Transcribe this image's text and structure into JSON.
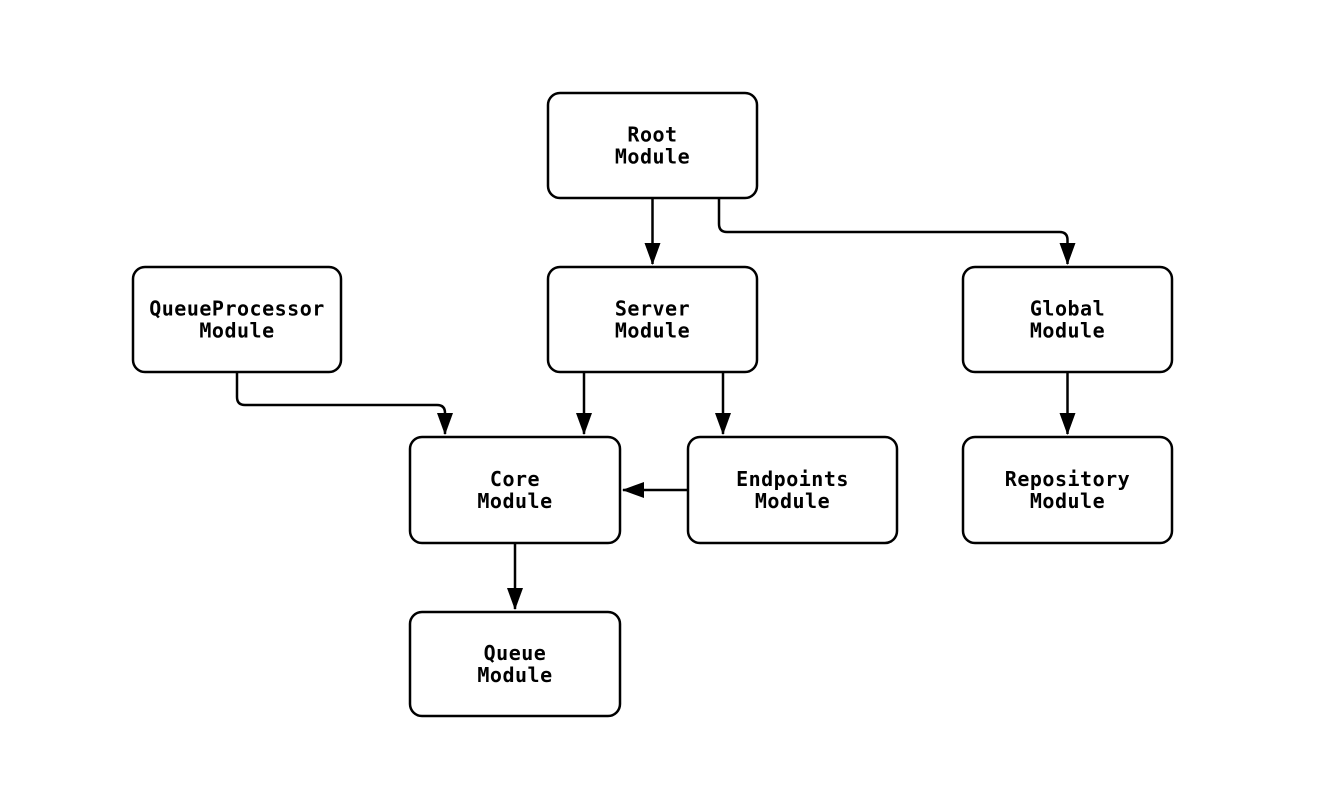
{
  "diagram": {
    "type": "module-dependency-flowchart",
    "background_color": "#ffffff",
    "node_border_color": "#000000",
    "node_fill_color": "#ffffff",
    "text_color": "#000000",
    "nodes": [
      {
        "id": "root",
        "line1": "Root",
        "line2": "Module"
      },
      {
        "id": "queueprocessor",
        "line1": "QueueProcessor",
        "line2": "Module"
      },
      {
        "id": "server",
        "line1": "Server",
        "line2": "Module"
      },
      {
        "id": "global",
        "line1": "Global",
        "line2": "Module"
      },
      {
        "id": "core",
        "line1": "Core",
        "line2": "Module"
      },
      {
        "id": "endpoints",
        "line1": "Endpoints",
        "line2": "Module"
      },
      {
        "id": "repository",
        "line1": "Repository",
        "line2": "Module"
      },
      {
        "id": "queue",
        "line1": "Queue",
        "line2": "Module"
      }
    ],
    "edges": [
      {
        "from": "Root Module",
        "to": "Server Module"
      },
      {
        "from": "Root Module",
        "to": "Global Module"
      },
      {
        "from": "QueueProcessor Module",
        "to": "Core Module"
      },
      {
        "from": "Server Module",
        "to": "Core Module"
      },
      {
        "from": "Server Module",
        "to": "Endpoints Module"
      },
      {
        "from": "Endpoints Module",
        "to": "Core Module"
      },
      {
        "from": "Global Module",
        "to": "Repository Module"
      },
      {
        "from": "Core Module",
        "to": "Queue Module"
      }
    ]
  }
}
